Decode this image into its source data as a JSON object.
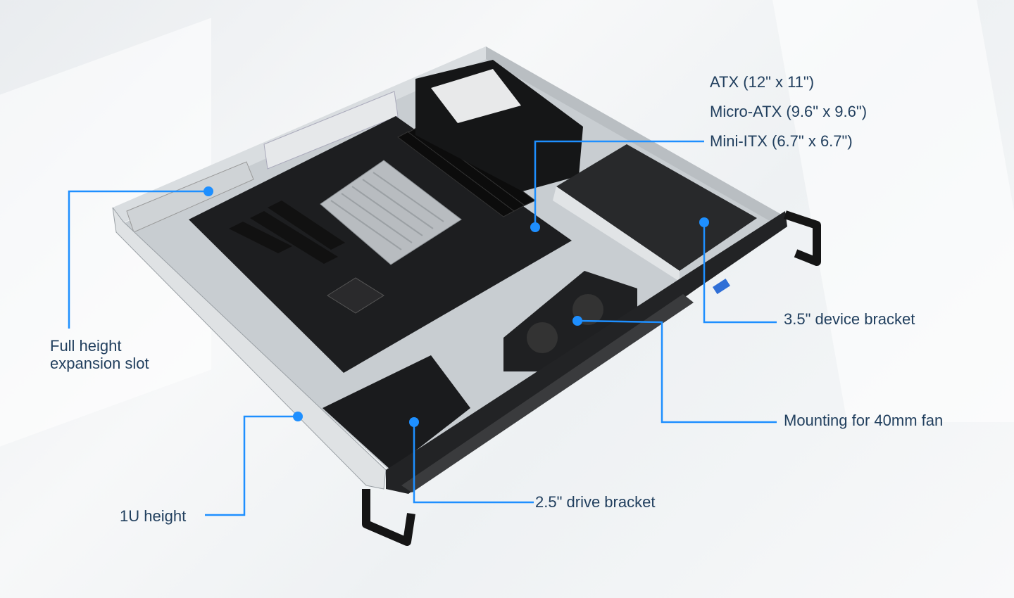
{
  "colors": {
    "callout_line": "#1e8fff",
    "label_text": "#213f5e"
  },
  "labels": {
    "atx": "ATX (12\" x 11\")",
    "micro_atx": "Micro-ATX (9.6\" x 9.6\")",
    "mini_itx": "Mini-ITX (6.7\" x 6.7\")",
    "expansion_line1": "Full height",
    "expansion_line2": "expansion slot",
    "device_bracket": "3.5\" device bracket",
    "fan_mount": "Mounting for 40mm fan",
    "drive_bracket": "2.5\" drive bracket",
    "height": "1U height"
  }
}
